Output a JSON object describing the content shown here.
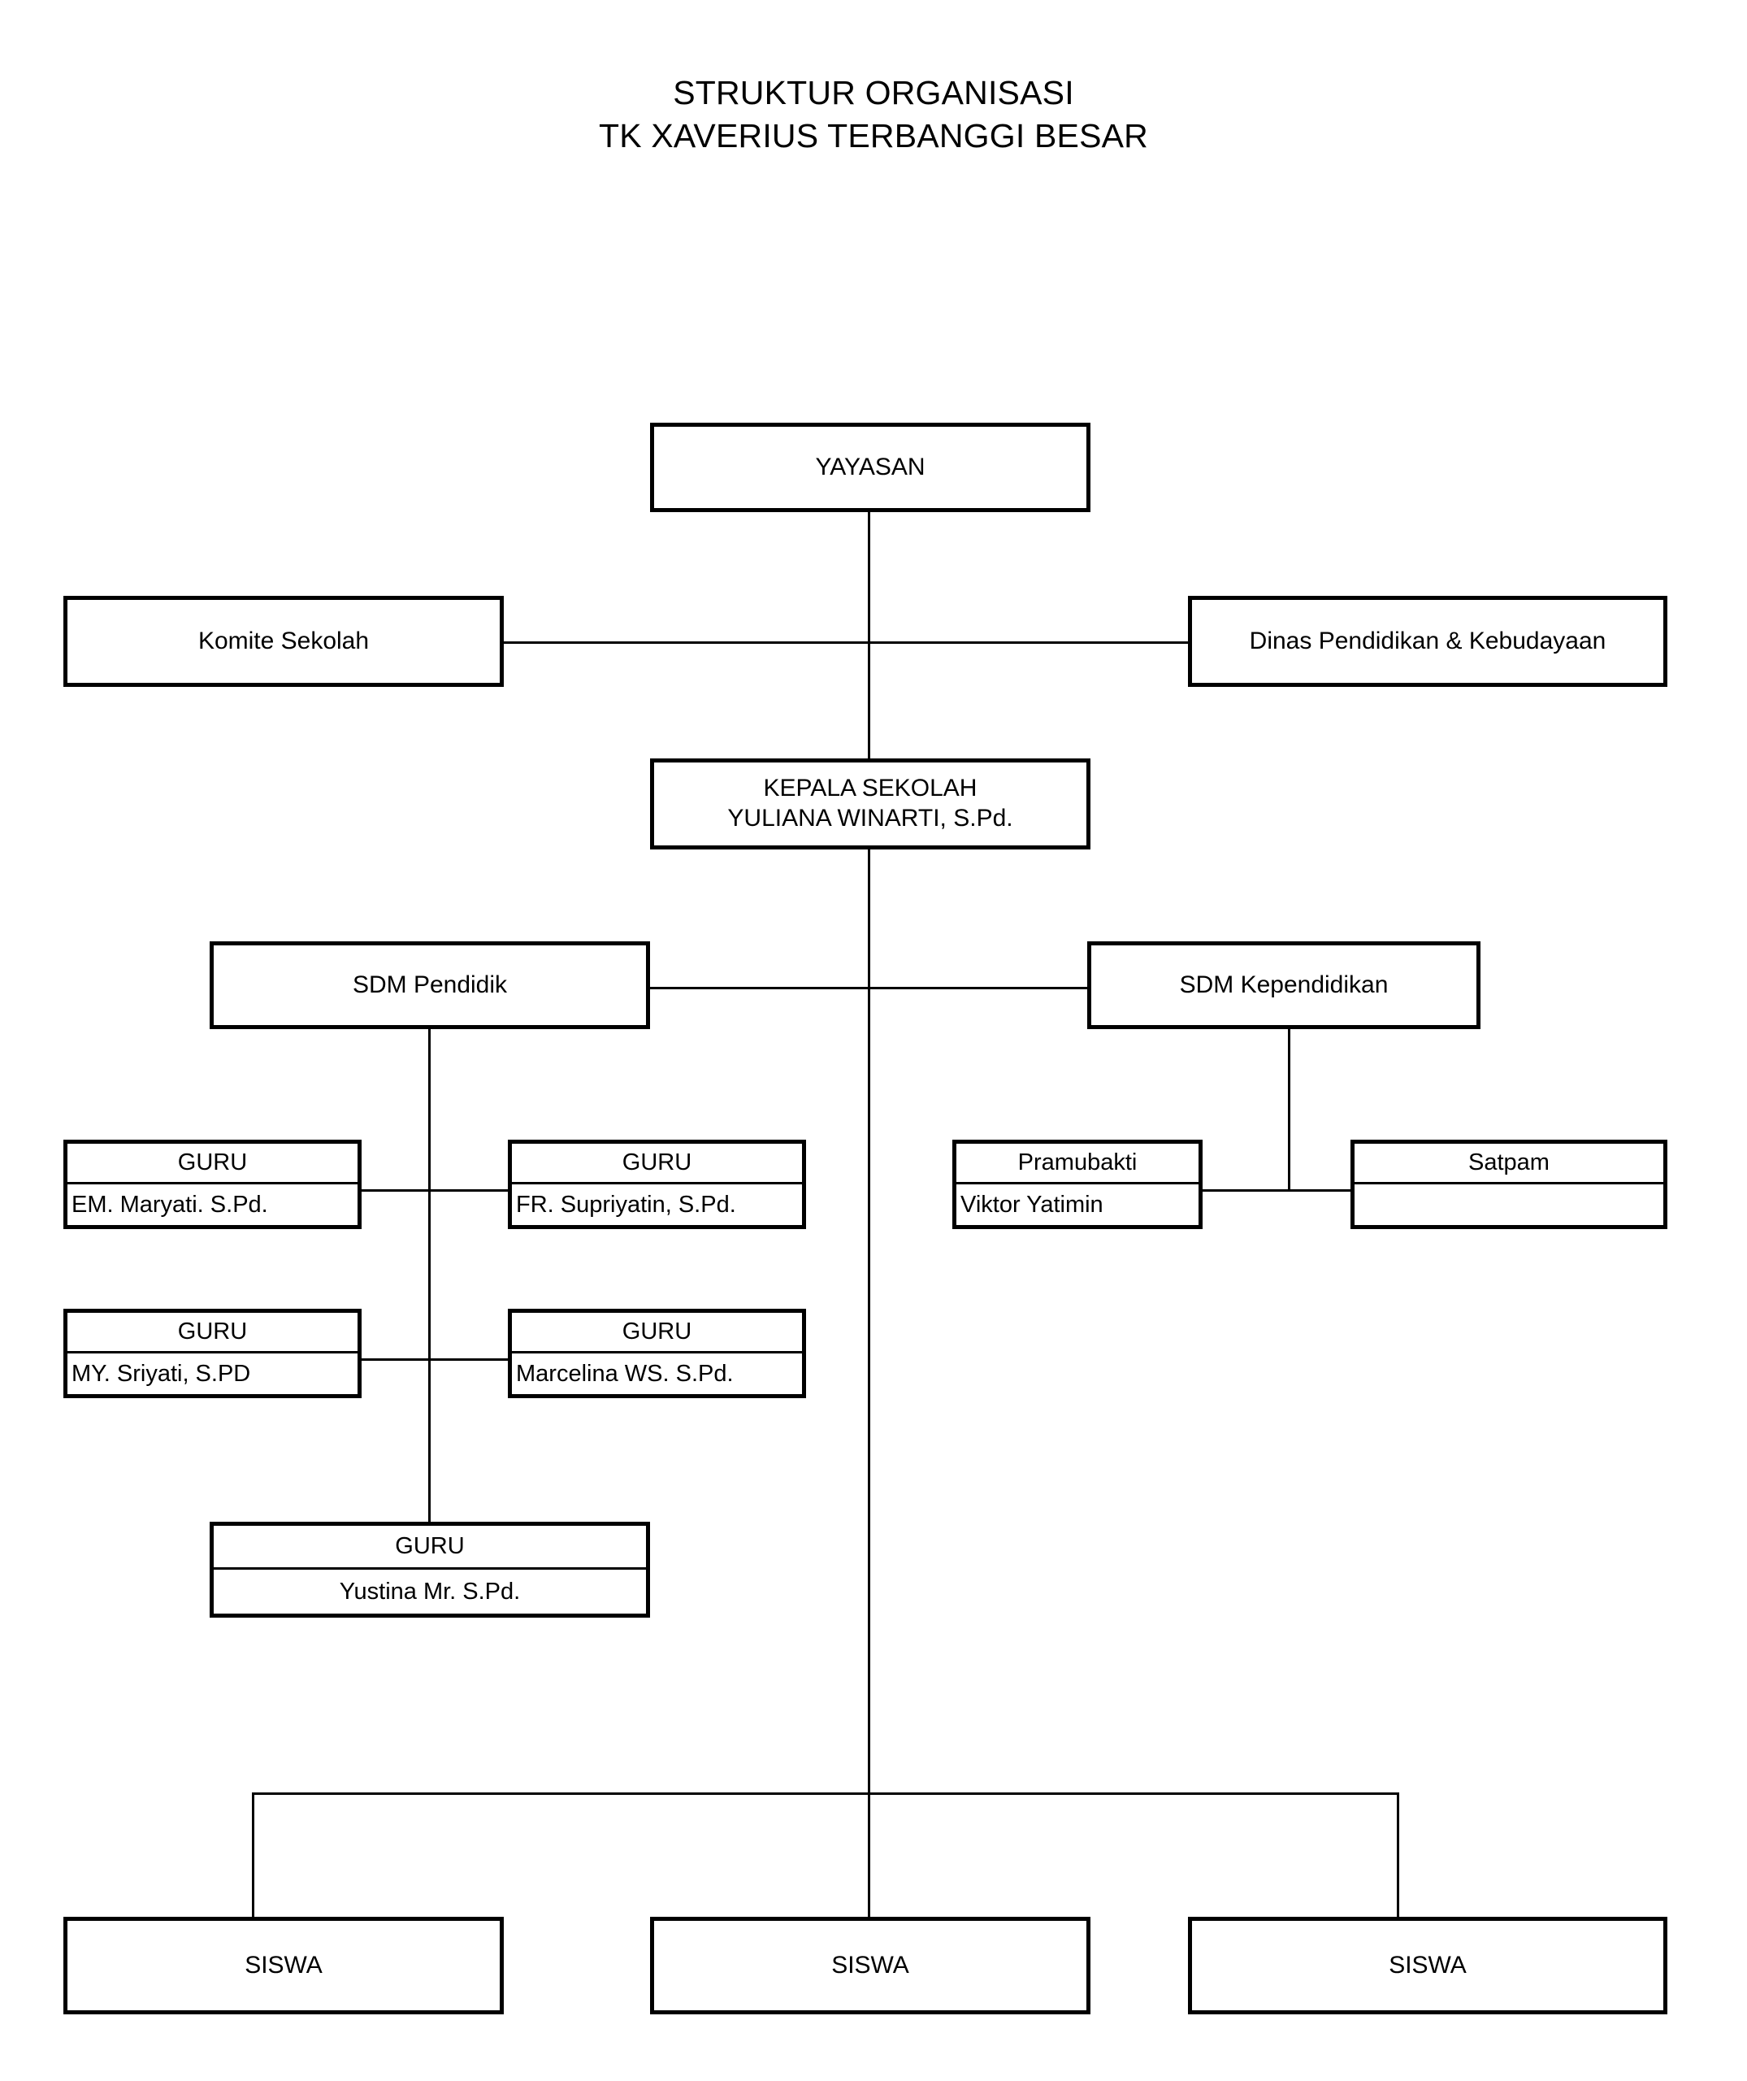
{
  "title": {
    "line1": "STRUKTUR ORGANISASI",
    "line2": "TK XAVERIUS TERBANGGI BESAR"
  },
  "chart_data": {
    "type": "diagram",
    "diagram_kind": "organizational-chart",
    "title": "STRUKTUR ORGANISASI TK XAVERIUS TERBANGGI BESAR",
    "levels": [
      "Yayasan",
      "Komite Sekolah / Dinas Pendidikan & Kebudayaan",
      "Kepala Sekolah",
      "SDM Pendidik / SDM Kependidikan",
      "Guru / Pramubakti / Satpam",
      "Siswa"
    ]
  },
  "nodes": {
    "yayasan": {
      "label": "YAYASAN"
    },
    "komite": {
      "label": "Komite Sekolah"
    },
    "dinas": {
      "label": "Dinas Pendidikan & Kebudayaan"
    },
    "kepala_sekolah": {
      "title": "KEPALA SEKOLAH",
      "name": "YULIANA WINARTI, S.Pd."
    },
    "sdm_pendidik": {
      "label": "SDM Pendidik"
    },
    "sdm_kependidikan": {
      "label": "SDM Kependidikan"
    },
    "guru1": {
      "role": "GURU",
      "name": "EM. Maryati. S.Pd."
    },
    "guru2": {
      "role": "GURU",
      "name": "FR. Supriyatin, S.Pd."
    },
    "guru3": {
      "role": "GURU",
      "name": "MY. Sriyati, S.PD"
    },
    "guru4": {
      "role": "GURU",
      "name": "Marcelina WS. S.Pd."
    },
    "guru5": {
      "role": "GURU",
      "name": "Yustina Mr. S.Pd."
    },
    "pramubakti": {
      "role": "Pramubakti",
      "name": "Viktor Yatimin"
    },
    "satpam": {
      "role": "Satpam",
      "name": ""
    },
    "siswa1": {
      "label": "SISWA"
    },
    "siswa2": {
      "label": "SISWA"
    },
    "siswa3": {
      "label": "SISWA"
    }
  }
}
